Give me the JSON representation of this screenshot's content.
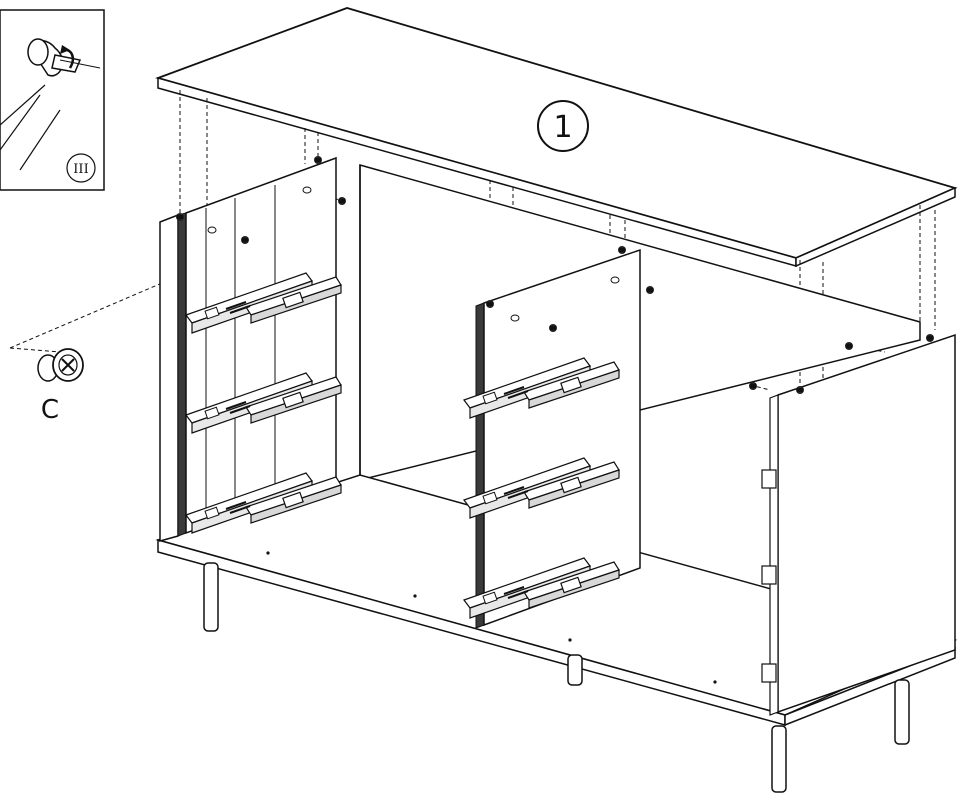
{
  "step": {
    "number": "1"
  },
  "inset": {
    "label": "III"
  },
  "parts": {
    "cam_lock_label": "C"
  },
  "colors": {
    "line": "#111111",
    "fill": "#ffffff",
    "panel_edge": "#3a3a3a",
    "rail": "#dcdcdc"
  }
}
